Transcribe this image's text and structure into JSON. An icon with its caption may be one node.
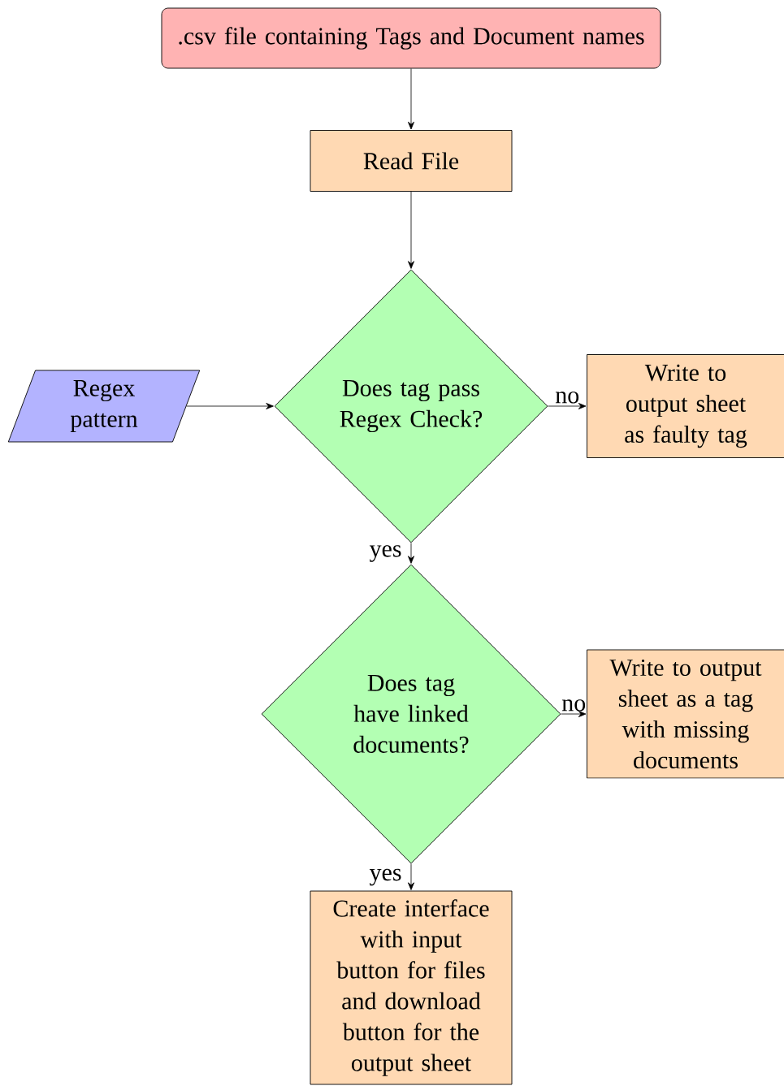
{
  "diagram": {
    "nodes": [
      {
        "text": [
          ".csv file containing Tags and Document names"
        ]
      },
      {
        "text": [
          "Read File"
        ]
      },
      {
        "text": [
          "Regex pattern"
        ]
      },
      {
        "text": [
          "Does tag pass Regex Check?"
        ]
      },
      {
        "text": [
          "Write to output sheet as faulty tag"
        ]
      },
      {
        "text": [
          "Does tag have linked documents?"
        ]
      },
      {
        "text": [
          "Write to output sheet as a tag with missing documents"
        ]
      },
      {
        "text": [
          "Create interface with input button for files and download button for the output sheet"
        ]
      }
    ],
    "edges": [
      {
        "from": 0,
        "to": 1,
        "arrow": "to"
      },
      {
        "from": 1,
        "to": 3,
        "arrow": "to"
      },
      {
        "from": 2,
        "to": 3,
        "arrow": "to"
      },
      {
        "from": 3,
        "to": 4,
        "arrow": "to",
        "label": "no"
      },
      {
        "from": 3,
        "to": 5,
        "arrow": "to",
        "label": "yes"
      },
      {
        "from": 5,
        "to": 6,
        "arrow": "to",
        "label": "no"
      },
      {
        "from": 5,
        "to": 7,
        "arrow": "to",
        "label": "yes"
      }
    ]
  }
}
